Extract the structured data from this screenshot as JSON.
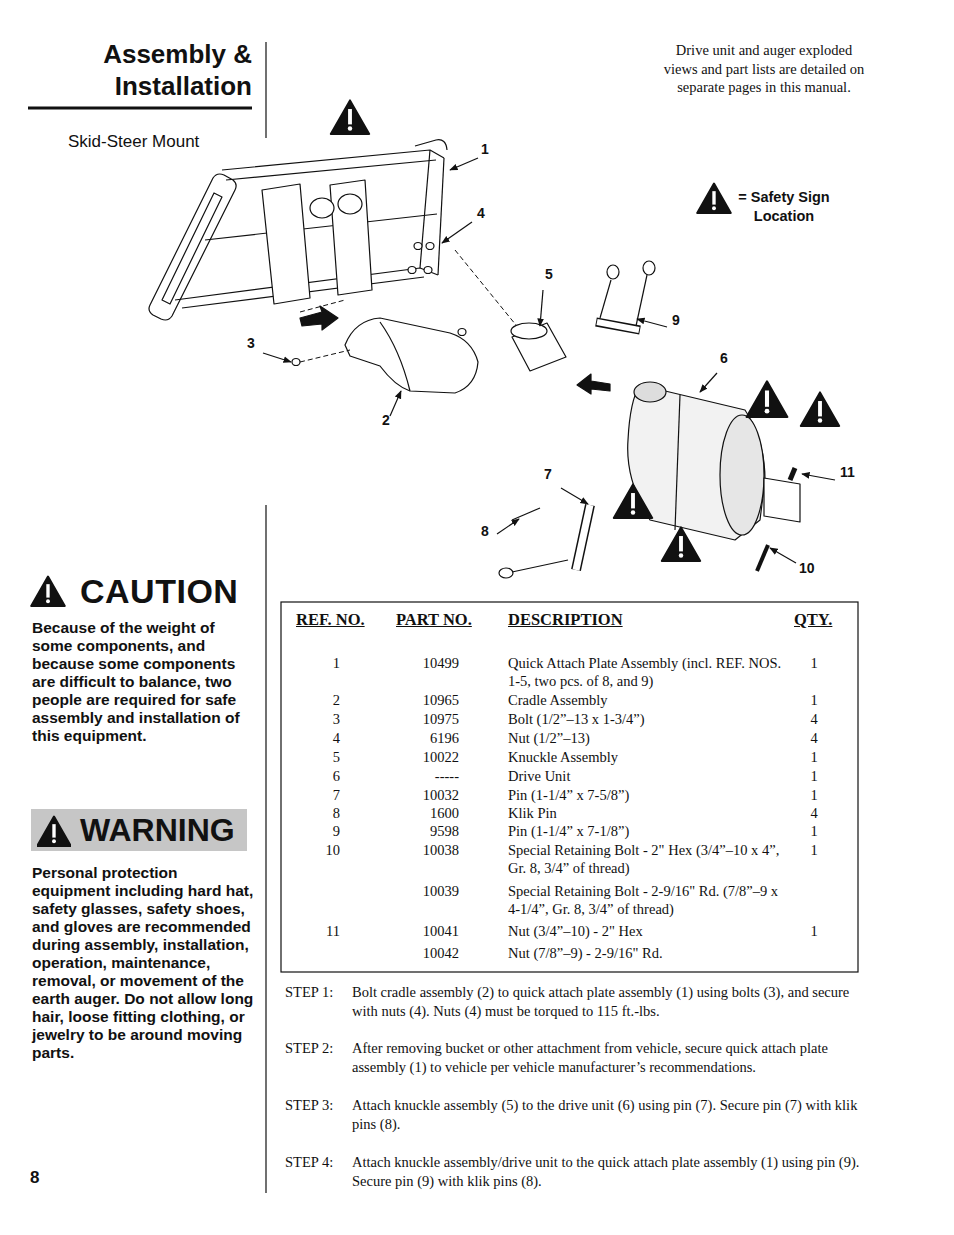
{
  "diagram": {
    "title": "Assembly & Installation",
    "nodes": [
      {
        "text": [
          "WARNING"
        ]
      }
    ],
    "labels": [
      "Skid-Steer Mount",
      "Drive unit and auger exploded views and part lists are detailed on separate pages in this manual.",
      "1",
      "4",
      "5",
      "9",
      "3",
      "6",
      "2",
      "7",
      "11",
      "8",
      "10",
      "= Safety Sign Location",
      "CAUTION",
      "Because of the weight of some components, and because some components are difficult to balance, two people are required for safe assembly and installation of this equipment.",
      "Personal protection equipment including hard hat, safety glasses, safety shoes, and gloves are recommended during assembly, installation, operation, maintenance, removal, or movement of the earth auger. Do not allow long hair, loose fitting clothing, or jewelry to be around moving parts.",
      "REF. NO.",
      "PART NO.",
      "DESCRIPTION",
      "QTY.",
      "1",
      "10499",
      "Quick Attach Plate Assembly (incl. REF. NOS. 1-5, two pcs. of 8, and 9)",
      "1",
      "2",
      "10965",
      "Cradle Assembly",
      "1",
      "3",
      "10975",
      "Bolt (1/2”–13 x 1-3/4”)",
      "4",
      "4",
      "6196",
      "Nut (1/2”–13)",
      "4",
      "5",
      "10022",
      "Knuckle Assembly",
      "1",
      "6",
      "-----",
      "Drive Unit",
      "1",
      "7",
      "10032",
      "Pin (1-1/4” x 7-5/8”)",
      "1",
      "8",
      "1600",
      "Klik Pin",
      "4",
      "9",
      "9598",
      "Pin (1-1/4” x 7-1/8”)",
      "1",
      "10",
      "10038",
      "Special Retaining Bolt - 2\" Hex (3/4”–10 x 4”, Gr. 8, 3/4” of thread)",
      "1",
      "10039",
      "Special Retaining Bolt - 2-9/16\" Rd. (7/8”–9 x 4-1/4”, Gr. 8, 3/4” of thread)",
      "11",
      "10041",
      "Nut (3/4”–10) - 2\" Hex",
      "1",
      "10042",
      "Nut (7/8”–9) - 2-9/16\" Rd.",
      "STEP 1:",
      "Bolt cradle assembly (2) to quick attach plate assembly (1) using bolts (3), and secure with nuts (4). Nuts (4) must be torqued to 115 ft.-lbs.",
      "STEP 2:",
      "After removing bucket or other attachment from vehicle, secure quick attach plate assembly (1) to vehicle per vehicle manufacturer’s recommendations.",
      "STEP 3:",
      "Attach knuckle assembly (5) to the drive unit (6) using pin (7). Secure pin (7) with klik pins (8).",
      "STEP 4:",
      "Attach knuckle assembly/drive unit to the quick attach plate assembly (1) using pin (9). Secure pin (9) with klik pins (8).",
      "8"
    ]
  }
}
